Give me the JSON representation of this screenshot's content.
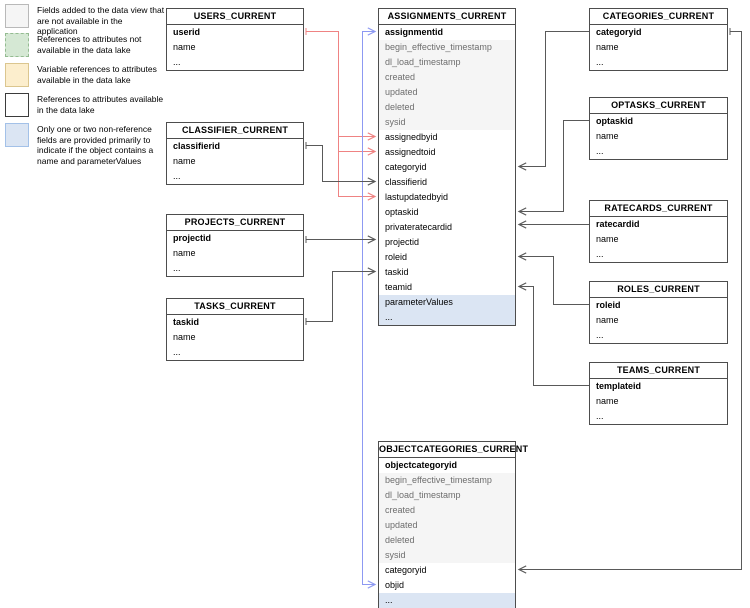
{
  "colors": {
    "line_default": "#595959",
    "line_user_ref": "#ef8383",
    "line_object_ref": "#8d99f2",
    "row_gray_bg": "#f5f5f5",
    "row_blue_bg": "#dbe5f3"
  },
  "legend": {
    "items": [
      {
        "swatch": "gray",
        "label": "Fields added to the data view that are not available in the application"
      },
      {
        "swatch": "green",
        "label": "References to attributes not available in the data lake"
      },
      {
        "swatch": "yellow",
        "label": "Variable references to attributes available in the data lake"
      },
      {
        "swatch": "white",
        "label": "References to attributes available in the data lake"
      },
      {
        "swatch": "blue",
        "label": "Only one or two non-reference fields are provided primarily to indicate if the object contains a name and parameterValues"
      }
    ]
  },
  "tables": {
    "users": {
      "title": "USERS_CURRENT",
      "fields": [
        {
          "name": "userid",
          "style": "pk"
        },
        {
          "name": "name"
        },
        {
          "name": "..."
        }
      ]
    },
    "classifier": {
      "title": "CLASSIFIER_CURRENT",
      "fields": [
        {
          "name": "classifierid",
          "style": "pk"
        },
        {
          "name": "name"
        },
        {
          "name": "..."
        }
      ]
    },
    "projects": {
      "title": "PROJECTS_CURRENT",
      "fields": [
        {
          "name": "projectid",
          "style": "pk"
        },
        {
          "name": "name"
        },
        {
          "name": "..."
        }
      ]
    },
    "tasks": {
      "title": "TASKS_CURRENT",
      "fields": [
        {
          "name": "taskid",
          "style": "pk"
        },
        {
          "name": "name"
        },
        {
          "name": "..."
        }
      ]
    },
    "assignments": {
      "title": "ASSIGNMENTS_CURRENT",
      "fields": [
        {
          "name": "assignmentid",
          "style": "pk"
        },
        {
          "name": "begin_effective_timestamp",
          "style": "gray"
        },
        {
          "name": "dl_load_timestamp",
          "style": "gray"
        },
        {
          "name": "created",
          "style": "gray"
        },
        {
          "name": "updated",
          "style": "gray"
        },
        {
          "name": "deleted",
          "style": "gray"
        },
        {
          "name": "sysid",
          "style": "gray"
        },
        {
          "name": "assignedbyid"
        },
        {
          "name": "assignedtoid"
        },
        {
          "name": "categoryid"
        },
        {
          "name": "classifierid"
        },
        {
          "name": "lastupdatedbyid"
        },
        {
          "name": "optaskid"
        },
        {
          "name": "privateratecardid"
        },
        {
          "name": "projectid"
        },
        {
          "name": "roleid"
        },
        {
          "name": "taskid"
        },
        {
          "name": "teamid"
        },
        {
          "name": "parameterValues",
          "style": "blue"
        },
        {
          "name": "...",
          "style": "blue"
        }
      ]
    },
    "categories": {
      "title": "CATEGORIES_CURRENT",
      "fields": [
        {
          "name": "categoryid",
          "style": "pk"
        },
        {
          "name": "name"
        },
        {
          "name": "..."
        }
      ]
    },
    "optasks": {
      "title": "OPTASKS_CURRENT",
      "fields": [
        {
          "name": "optaskid",
          "style": "pk"
        },
        {
          "name": "name"
        },
        {
          "name": "..."
        }
      ]
    },
    "ratecards": {
      "title": "RATECARDS_CURRENT",
      "fields": [
        {
          "name": "ratecardid",
          "style": "pk"
        },
        {
          "name": "name"
        },
        {
          "name": "..."
        }
      ]
    },
    "roles": {
      "title": "ROLES_CURRENT",
      "fields": [
        {
          "name": "roleid",
          "style": "pk"
        },
        {
          "name": "name"
        },
        {
          "name": "..."
        }
      ]
    },
    "teams": {
      "title": "TEAMS_CURRENT",
      "fields": [
        {
          "name": "templateid",
          "style": "pk"
        },
        {
          "name": "name"
        },
        {
          "name": "..."
        }
      ]
    },
    "objectcategories": {
      "title": "OBJECTCATEGORIES_CURRENT",
      "fields": [
        {
          "name": "objectcategoryid",
          "style": "pk"
        },
        {
          "name": "begin_effective_timestamp",
          "style": "gray"
        },
        {
          "name": "dl_load_timestamp",
          "style": "gray"
        },
        {
          "name": "created",
          "style": "gray"
        },
        {
          "name": "updated",
          "style": "gray"
        },
        {
          "name": "deleted",
          "style": "gray"
        },
        {
          "name": "sysid",
          "style": "gray"
        },
        {
          "name": "categoryid"
        },
        {
          "name": "objid"
        },
        {
          "name": "...",
          "style": "blue"
        }
      ]
    }
  },
  "relationships": [
    {
      "from": "USERS_CURRENT.userid",
      "to": "ASSIGNMENTS_CURRENT.assignedbyid",
      "type": "user_ref"
    },
    {
      "from": "USERS_CURRENT.userid",
      "to": "ASSIGNMENTS_CURRENT.assignedtoid",
      "type": "user_ref"
    },
    {
      "from": "USERS_CURRENT.userid",
      "to": "ASSIGNMENTS_CURRENT.lastupdatedbyid",
      "type": "user_ref"
    },
    {
      "from": "CLASSIFIER_CURRENT.classifierid",
      "to": "ASSIGNMENTS_CURRENT.classifierid",
      "type": "default"
    },
    {
      "from": "PROJECTS_CURRENT.projectid",
      "to": "ASSIGNMENTS_CURRENT.projectid",
      "type": "default"
    },
    {
      "from": "TASKS_CURRENT.taskid",
      "to": "ASSIGNMENTS_CURRENT.taskid",
      "type": "default"
    },
    {
      "from": "CATEGORIES_CURRENT.categoryid",
      "to": "ASSIGNMENTS_CURRENT.categoryid",
      "type": "default"
    },
    {
      "from": "OPTASKS_CURRENT.optaskid",
      "to": "ASSIGNMENTS_CURRENT.optaskid",
      "type": "default"
    },
    {
      "from": "RATECARDS_CURRENT.ratecardid",
      "to": "ASSIGNMENTS_CURRENT.privateratecardid",
      "type": "default"
    },
    {
      "from": "ROLES_CURRENT.roleid",
      "to": "ASSIGNMENTS_CURRENT.roleid",
      "type": "default"
    },
    {
      "from": "TEAMS_CURRENT.templateid",
      "to": "ASSIGNMENTS_CURRENT.teamid",
      "type": "default"
    },
    {
      "from": "CATEGORIES_CURRENT.categoryid",
      "to": "OBJECTCATEGORIES_CURRENT.categoryid",
      "type": "default"
    },
    {
      "from": "ASSIGNMENTS_CURRENT.assignmentid",
      "to": "OBJECTCATEGORIES_CURRENT.objid",
      "type": "object_ref"
    }
  ]
}
